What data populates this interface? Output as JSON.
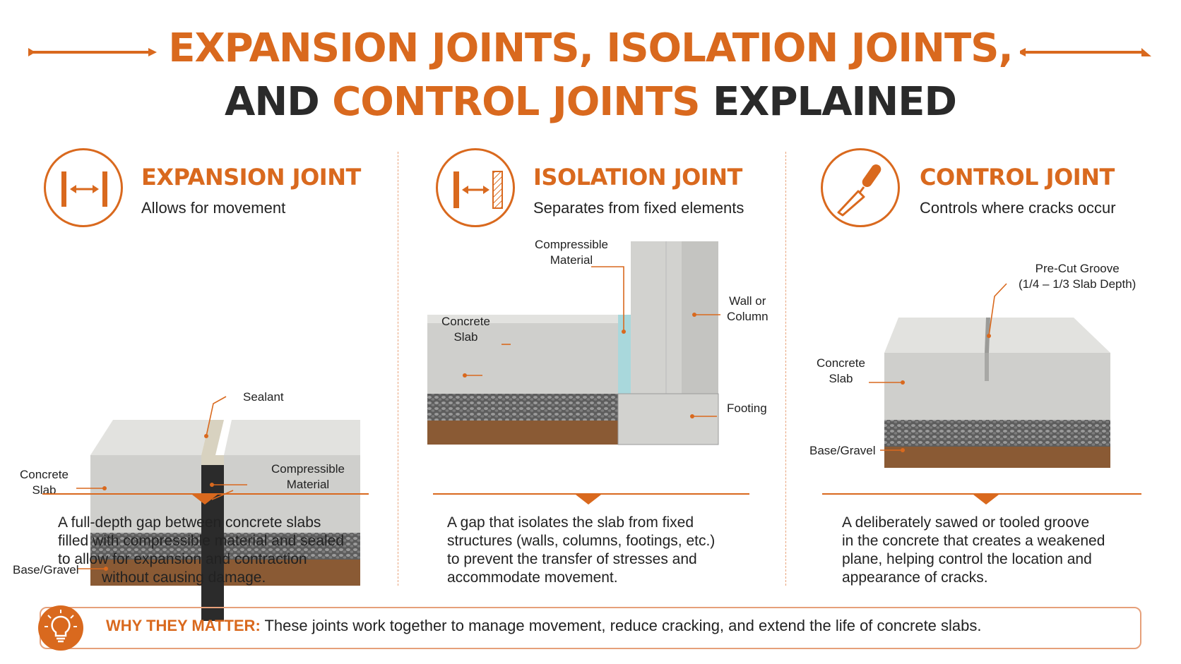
{
  "title": {
    "line1": "EXPANSION JOINTS, ISOLATION JOINTS,",
    "line2_part1": "AND ",
    "line2_part2": "CONTROL JOINTS",
    "line2_part3": " EXPLAINED"
  },
  "panels": [
    {
      "heading": "EXPANSION JOINT",
      "subheading": "Allows for movement",
      "icon": "expansion-arrows-icon",
      "labels": {
        "sealant": "Sealant",
        "concrete_slab_1": "Concrete",
        "concrete_slab_2": "Slab",
        "compressible_1": "Compressible",
        "compressible_2": "Material",
        "base": "Base/Gravel"
      },
      "description": [
        "A full-depth gap between concrete slabs",
        "filled with compressible material and sealed",
        "to allow for expansion and contraction",
        "without causing damage."
      ]
    },
    {
      "heading": "ISOLATION JOINT",
      "subheading": "Separates from fixed elements",
      "icon": "isolation-arrows-icon",
      "labels": {
        "compressible_1": "Compressible",
        "compressible_2": "Material",
        "concrete_slab_1": "Concrete",
        "concrete_slab_2": "Slab",
        "wall_1": "Wall or",
        "wall_2": "Column",
        "footing": "Footing"
      },
      "description": [
        "A gap that isolates the slab from fixed",
        "structures (walls, columns, footings, etc.)",
        "to prevent the transfer of stresses and",
        "accommodate movement."
      ]
    },
    {
      "heading": "CONTROL JOINT",
      "subheading": "Controls where cracks occur",
      "icon": "trowel-icon",
      "labels": {
        "groove_1": "Pre-Cut Groove",
        "groove_2": "(1/4 – 1/3 Slab Depth)",
        "concrete_slab_1": "Concrete",
        "concrete_slab_2": "Slab",
        "base": "Base/Gravel"
      },
      "description": [
        "A deliberately sawed or tooled groove",
        "in the concrete that creates a weakened",
        "plane, helping control the location and",
        "appearance of cracks."
      ]
    }
  ],
  "banner": {
    "icon": "lightbulb-icon",
    "label": "WHY THEY MATTER:",
    "text": " These joints work together to manage movement, reduce cracking, and extend the life of concrete slabs."
  },
  "colors": {
    "accent": "#d9691e",
    "concrete": "#d6d6d3",
    "gravel": "#6b6b6b",
    "soil": "#8a5a34",
    "compressible": "#2b2b2b",
    "isolation_foam": "#a9d8dc"
  }
}
